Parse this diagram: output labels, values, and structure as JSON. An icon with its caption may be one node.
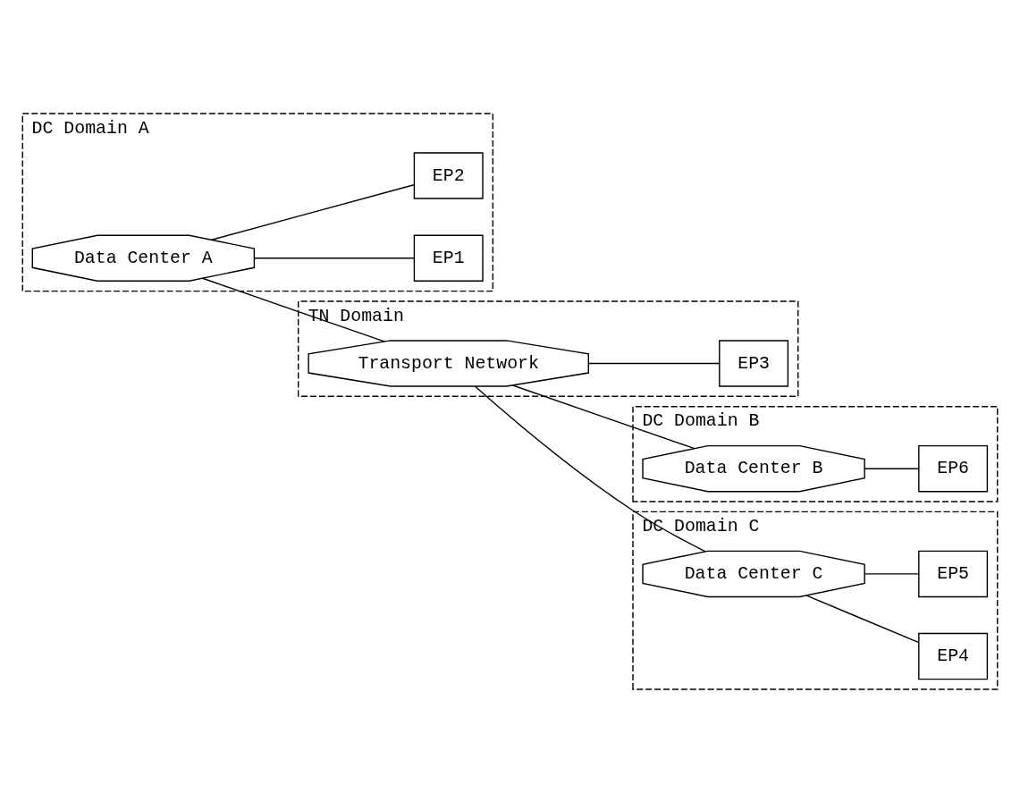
{
  "diagram": {
    "nodes": [
      {
        "text": [
          "DC Domain A"
        ]
      },
      {
        "text": [
          "Data Center A"
        ],
        "in": 0
      },
      {
        "text": [
          "EP1"
        ],
        "in": 0
      },
      {
        "text": [
          "EP2"
        ],
        "in": 0
      },
      {
        "text": [
          "TN Domain"
        ]
      },
      {
        "text": [
          "Transport Network"
        ],
        "in": 4
      },
      {
        "text": [
          "EP3"
        ],
        "in": 4
      },
      {
        "text": [
          "DC Domain B"
        ]
      },
      {
        "text": [
          "EP6"
        ],
        "in": 7
      },
      {
        "text": [
          "Data Center B"
        ],
        "in": 7
      },
      {
        "text": [
          "DC Domain C"
        ]
      },
      {
        "text": [
          "Data Center C"
        ],
        "in": 10
      },
      {
        "text": [
          "EP4"
        ],
        "in": 10
      },
      {
        "text": [
          "EP5"
        ],
        "in": 10
      }
    ],
    "edges": [
      {
        "from": 1,
        "to": 2,
        "arrow": "none"
      },
      {
        "from": 1,
        "to": 3,
        "arrow": "none"
      },
      {
        "from": 1,
        "to": 5,
        "arrow": "none"
      },
      {
        "from": 5,
        "to": 6,
        "arrow": "none"
      },
      {
        "from": 5,
        "to": 9,
        "arrow": "none"
      },
      {
        "from": 5,
        "to": 11,
        "arrow": "none"
      },
      {
        "from": 9,
        "to": 8,
        "arrow": "none"
      },
      {
        "from": 11,
        "to": 12,
        "arrow": "none"
      },
      {
        "from": 11,
        "to": 13,
        "arrow": "none"
      }
    ]
  }
}
